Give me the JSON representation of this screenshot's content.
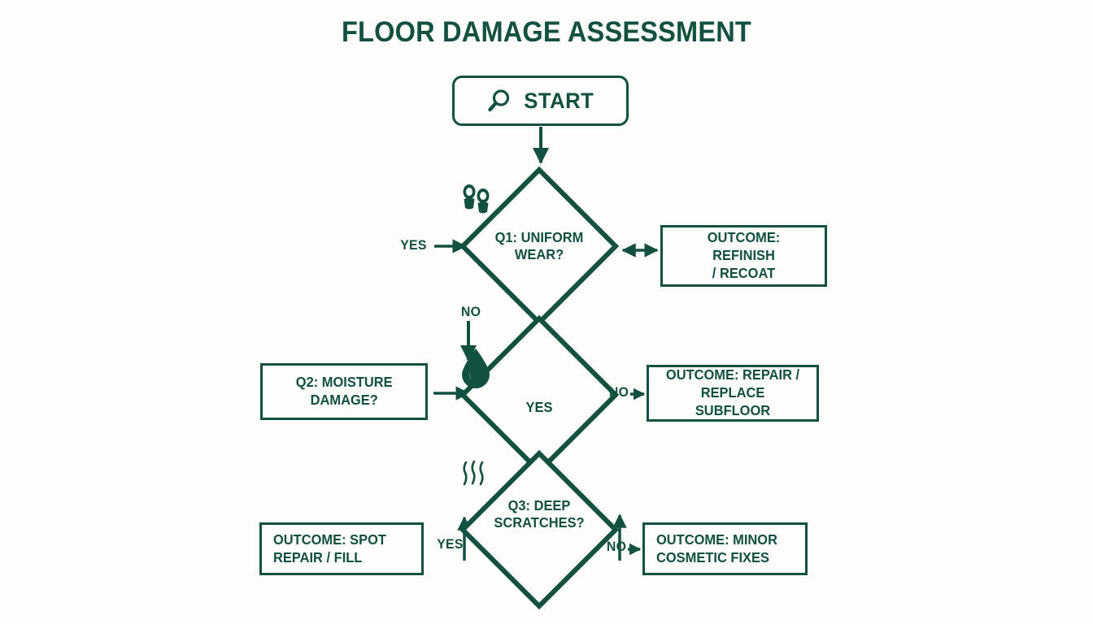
{
  "title": "FLOOR DAMAGE ASSESSMENT",
  "theme": {
    "ink": "#12503f",
    "background": "#fdfdfc"
  },
  "start": {
    "label": "START",
    "icon": "magnifier-icon"
  },
  "nodes": {
    "q1": {
      "text": "Q1: UNIFORM\nWEAR?",
      "icon": "footprints-icon",
      "shape": "diamond"
    },
    "q2_diamond": {
      "text": "YES",
      "icon": "water-drop-icon",
      "shape": "diamond"
    },
    "q3": {
      "text": "Q3: DEEP\nSCRATCHES?",
      "icon": "scratches-icon",
      "shape": "diamond"
    },
    "q2_box": {
      "text": "Q2: MOISTURE\nDAMAGE?",
      "shape": "rectangle"
    }
  },
  "outcomes": {
    "refinish": "OUTCOME: REFINISH\n/ RECOAT",
    "subfloor": "OUTCOME: REPAIR /\nREPLACE SUBFLOOR",
    "spot_repair": "OUTCOME: SPOT\nREPAIR / FILL",
    "cosmetic": "OUTCOME: MINOR\nCOSMETIC FIXES"
  },
  "edge_labels": {
    "yes_q1": "YES",
    "no_q1_to_q2": "NO",
    "no_subfloor": "NO",
    "yes_q3": "YES",
    "no_q3": "NO"
  }
}
